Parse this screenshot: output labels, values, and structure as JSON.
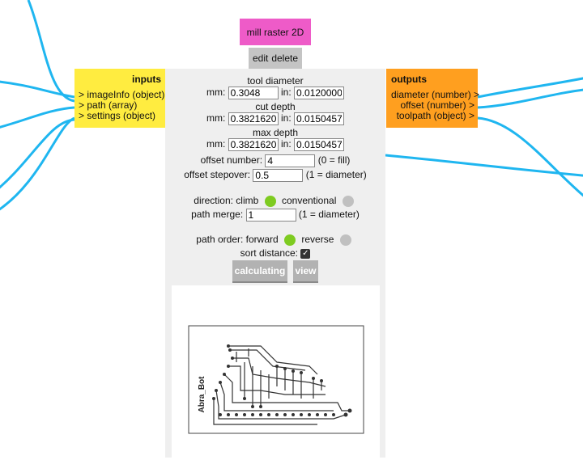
{
  "module": {
    "title": "mill raster 2D",
    "edit_label": "edit",
    "delete_label": "delete"
  },
  "inputs": {
    "header": "inputs",
    "items": [
      "> imageInfo (object)",
      "> path (array)",
      "> settings (object)"
    ]
  },
  "outputs": {
    "header": "outputs",
    "items": [
      "diameter (number) >",
      "offset (number) >",
      "toolpath (object) >"
    ]
  },
  "settings": {
    "tool_diameter": {
      "label": "tool diameter",
      "mm_label": "mm:",
      "mm_value": "0.3048",
      "in_label": "in:",
      "in_value": "0.01200000"
    },
    "cut_depth": {
      "label": "cut depth",
      "mm_label": "mm:",
      "mm_value": "0.38216200",
      "in_label": "in:",
      "in_value": "0.01504574"
    },
    "max_depth": {
      "label": "max depth",
      "mm_label": "mm:",
      "mm_value": "0.38216200",
      "in_label": "in:",
      "in_value": "0.01504574"
    },
    "offset_number": {
      "label": "offset number:",
      "value": "4",
      "hint": "(0 = fill)"
    },
    "offset_stepover": {
      "label": "offset stepover:",
      "value": "0.5",
      "hint": "(1 = diameter)"
    },
    "direction": {
      "label": "direction: climb",
      "alt_label": "conventional",
      "selected": "climb"
    },
    "path_merge": {
      "label": "path merge:",
      "value": "1",
      "hint": "(1 = diameter)"
    },
    "path_order": {
      "label": "path order: forward",
      "alt_label": "reverse",
      "selected": "forward"
    },
    "sort_distance": {
      "label": "sort distance:",
      "checked": true,
      "check_glyph": "✓"
    },
    "calculate_label": "calculating",
    "view_label": "view"
  },
  "preview": {
    "board_text": "Abra_Bot"
  },
  "colors": {
    "wire": "#1fb6f0",
    "module_title": "#ee5bc8",
    "inputs": "#ffec40",
    "outputs": "#ff9f1f",
    "radio_on": "#7ecb20"
  }
}
